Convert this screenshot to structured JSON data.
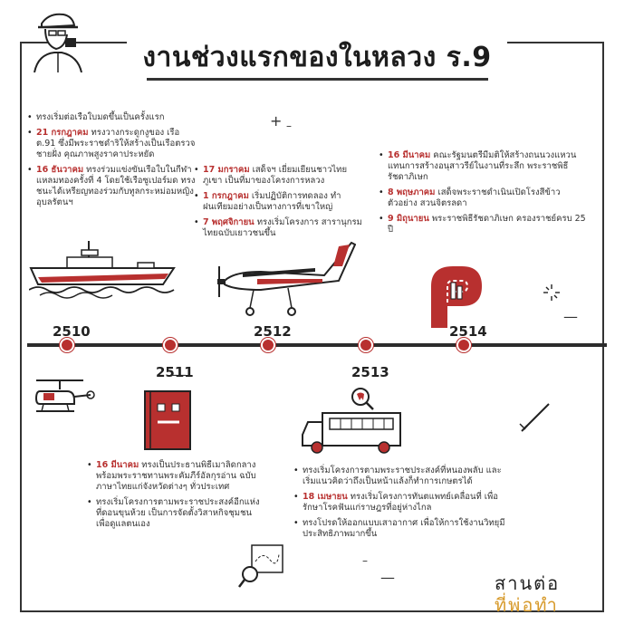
{
  "title": "งานช่วงแรกของในหลวง ร.9",
  "brand": {
    "line1": "สานต่อ",
    "line2": "ที่พ่อทำ"
  },
  "years": [
    "2510",
    "2511",
    "2512",
    "2513",
    "2514"
  ],
  "events": {
    "y2510": [
      {
        "text": "ทรงเริ่มต่อเรือใบมดขึ้นเป็นครั้งแรก"
      },
      {
        "date": "21 กรกฎาคม",
        "text": "ทรงวางกระดูกงูของ เรือ ต.91 ซึ่งมีพระราชดำริให้สร้างเป็นเรือตรวจชายฝั่ง คุณภาพสูงราคาประหยัด"
      },
      {
        "date": "16 ธันวาคม",
        "text": "ทรงร่วมแข่งขันเรือใบในกีฬาแหลมทองครั้งที่ 4 โดยใช้เรือซูเปอร์มด ทรงชนะได้เหรียญทองร่วมกับทูลกระหม่อมหญิงอุบลรัตนฯ"
      }
    ],
    "y2511": [
      {
        "date": "16 มีนาคม",
        "text": "ทรงเป็นประธานพิธีเมาลิดกลาง พร้อมพระราชทานพระคัมภีร์อัลกุรอ่าน ฉบับภาษาไทยแก่จังหวัดต่างๆ ทั่วประเทศ"
      },
      {
        "text": "ทรงเริ่มโครงการตามพระราชประสงค์อีกแห่ง ที่ดอนขุนห้วย เป็นการจัดตั้งวิสาหกิจชุมชน เพื่อดูแลตนเอง"
      }
    ],
    "y2512": [
      {
        "date": "17 มกราคม",
        "text": "เสด็จฯ เยี่ยมเยียนชาวไทยภูเขา เป็นที่มาของโครงการหลวง"
      },
      {
        "date": "1 กรกฎาคม",
        "text": "เริ่มปฏิบัติการทดลอง ทำฝนเทียมอย่างเป็นทางการที่เขาใหญ่"
      },
      {
        "date": "7 พฤศจิกายน",
        "text": "ทรงเริ่มโครงการ สารานุกรมไทยฉบับเยาวชนขึ้น"
      }
    ],
    "y2513": [
      {
        "text": "ทรงเริ่มโครงการตามพระราชประสงค์ที่หนองพลับ และเริ่มแนวคิดว่าถึงเป็นหน้าแล้งก็ทำการเกษตรได้"
      },
      {
        "date": "18 เมษายน",
        "text": "ทรงเริ่มโครงการทันตแพทย์เคลื่อนที่ เพื่อรักษาโรคฟันแก่ราษฎรที่อยู่ห่างไกล"
      },
      {
        "text": "ทรงโปรดให้ออกแบบเสาอากาศ เพื่อให้การใช้งานวิทยุมีประสิทธิภาพมากขึ้น"
      }
    ],
    "y2514": [
      {
        "date": "16 มีนาคม",
        "text": "คณะรัฐมนตรีมีมติให้สร้างถนนวงแหวน แทนการสร้างอนุสาวรีย์ในงานที่ระลึก พระราชพิธีรัชดาภิเษก"
      },
      {
        "date": "8 พฤษภาคม",
        "text": "เสด็จพระราชดำเนินเปิดโรงสีข้าวตัวอย่าง สวนจิตรลดา"
      },
      {
        "date": "9 มิถุนายน",
        "text": "พระราชพิธีรัชดาภิเษก ครองราชย์ครบ 25 ปี"
      }
    ]
  },
  "colors": {
    "accent": "#b8302f",
    "ink": "#2c2c2c",
    "brand_gold": "#d79a2b"
  }
}
